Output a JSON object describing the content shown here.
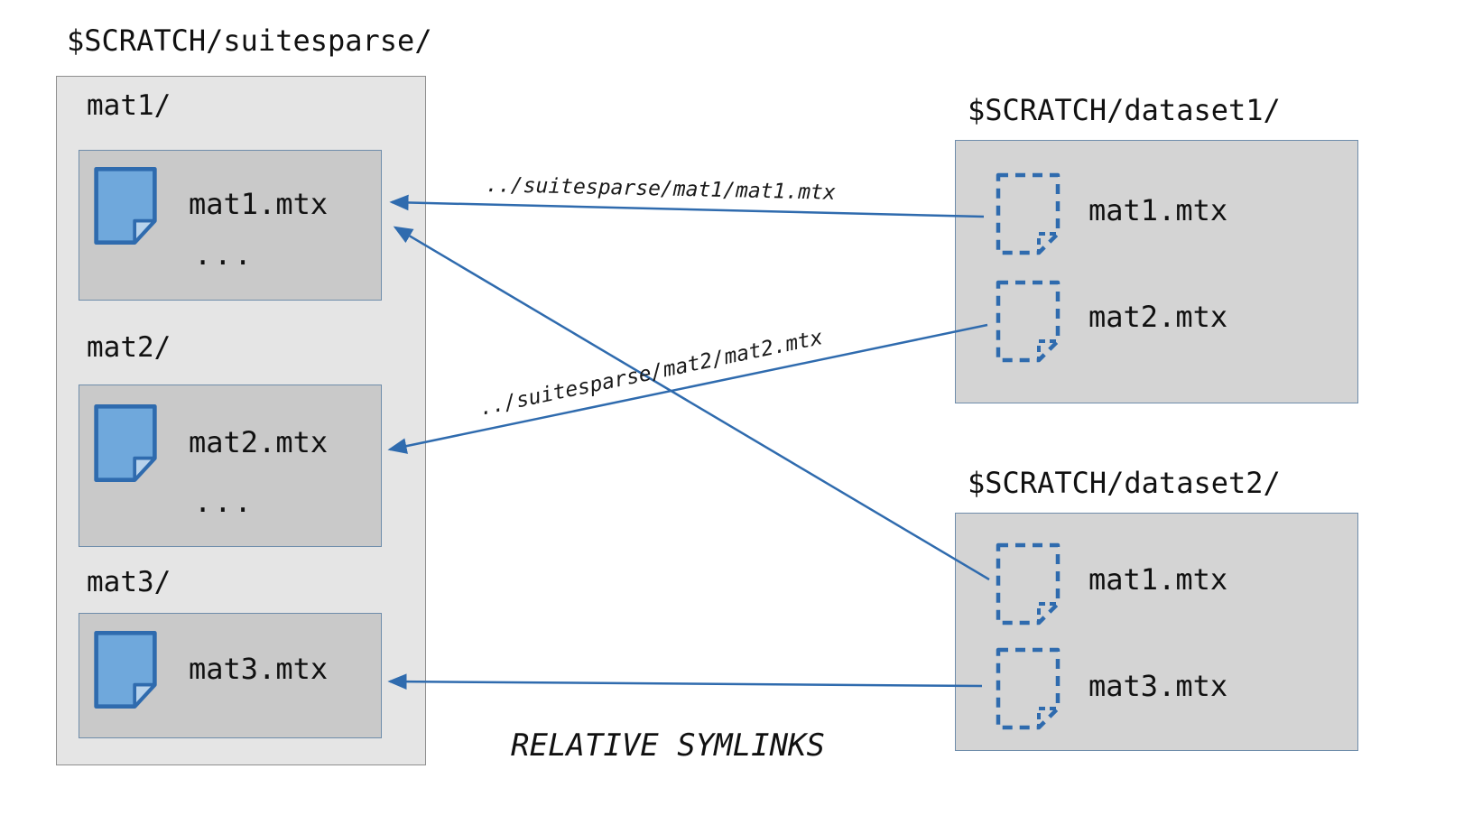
{
  "diagram": {
    "caption": "RELATIVE SYMLINKS",
    "suitesparse": {
      "title": "$SCRATCH/suitesparse/",
      "folders": [
        {
          "name": "mat1/",
          "file": "mat1.mtx",
          "ellipsis": "..."
        },
        {
          "name": "mat2/",
          "file": "mat2.mtx",
          "ellipsis": "..."
        },
        {
          "name": "mat3/",
          "file": "mat3.mtx"
        }
      ]
    },
    "datasets": [
      {
        "title": "$SCRATCH/dataset1/",
        "files": [
          "mat1.mtx",
          "mat2.mtx"
        ]
      },
      {
        "title": "$SCRATCH/dataset2/",
        "files": [
          "mat1.mtx",
          "mat3.mtx"
        ]
      }
    ],
    "symlinks": [
      {
        "label": "../suitesparse/mat1/mat1.mtx",
        "from": "dataset1/mat1.mtx",
        "to": "suitesparse/mat1/mat1.mtx"
      },
      {
        "label": "../suitesparse/mat2/mat2.mtx",
        "from": "dataset1/mat2.mtx",
        "to": "suitesparse/mat2/mat2.mtx"
      },
      {
        "label": "",
        "from": "dataset2/mat1.mtx",
        "to": "suitesparse/mat1/mat1.mtx"
      },
      {
        "label": "",
        "from": "dataset2/mat3.mtx",
        "to": "suitesparse/mat3/mat3.mtx"
      }
    ],
    "colors": {
      "accent_blue": "#2f6bae",
      "file_icon_fill": "#6fa8dc",
      "file_icon_fold": "#b8d3ec",
      "outer_box_fill": "#e5e5e5",
      "inner_box_fill": "#c9c9c9",
      "dataset_box_fill": "#d4d4d4"
    }
  }
}
